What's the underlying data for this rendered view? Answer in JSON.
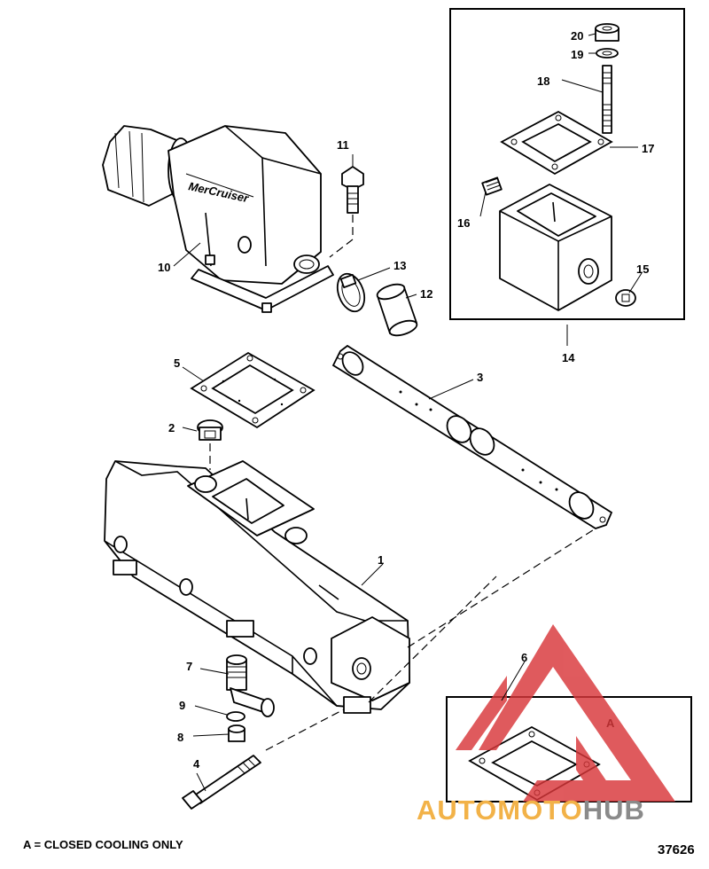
{
  "callouts": [
    {
      "id": "c1",
      "label": "1"
    },
    {
      "id": "c2",
      "label": "2"
    },
    {
      "id": "c3",
      "label": "3"
    },
    {
      "id": "c4",
      "label": "4"
    },
    {
      "id": "c5",
      "label": "5"
    },
    {
      "id": "c6",
      "label": "6"
    },
    {
      "id": "c7",
      "label": "7"
    },
    {
      "id": "c8",
      "label": "8"
    },
    {
      "id": "c9",
      "label": "9"
    },
    {
      "id": "c10",
      "label": "10"
    },
    {
      "id": "c11",
      "label": "11"
    },
    {
      "id": "c12",
      "label": "12"
    },
    {
      "id": "c13",
      "label": "13"
    },
    {
      "id": "c14",
      "label": "14"
    },
    {
      "id": "c15",
      "label": "15"
    },
    {
      "id": "c16",
      "label": "16"
    },
    {
      "id": "c17",
      "label": "17"
    },
    {
      "id": "c18",
      "label": "18"
    },
    {
      "id": "c19",
      "label": "19"
    },
    {
      "id": "c20",
      "label": "20"
    }
  ],
  "inset": {
    "label": "A"
  },
  "elbow_logo": "MerCruiser",
  "footnote": "A = CLOSED COOLING ONLY",
  "figure_number": "37626",
  "watermark": {
    "left": "AUTOMOTO",
    "right": "HUB",
    "left_color": "#f2b248",
    "right_color": "#8a8a8a",
    "logo_color": "#d9373a"
  }
}
